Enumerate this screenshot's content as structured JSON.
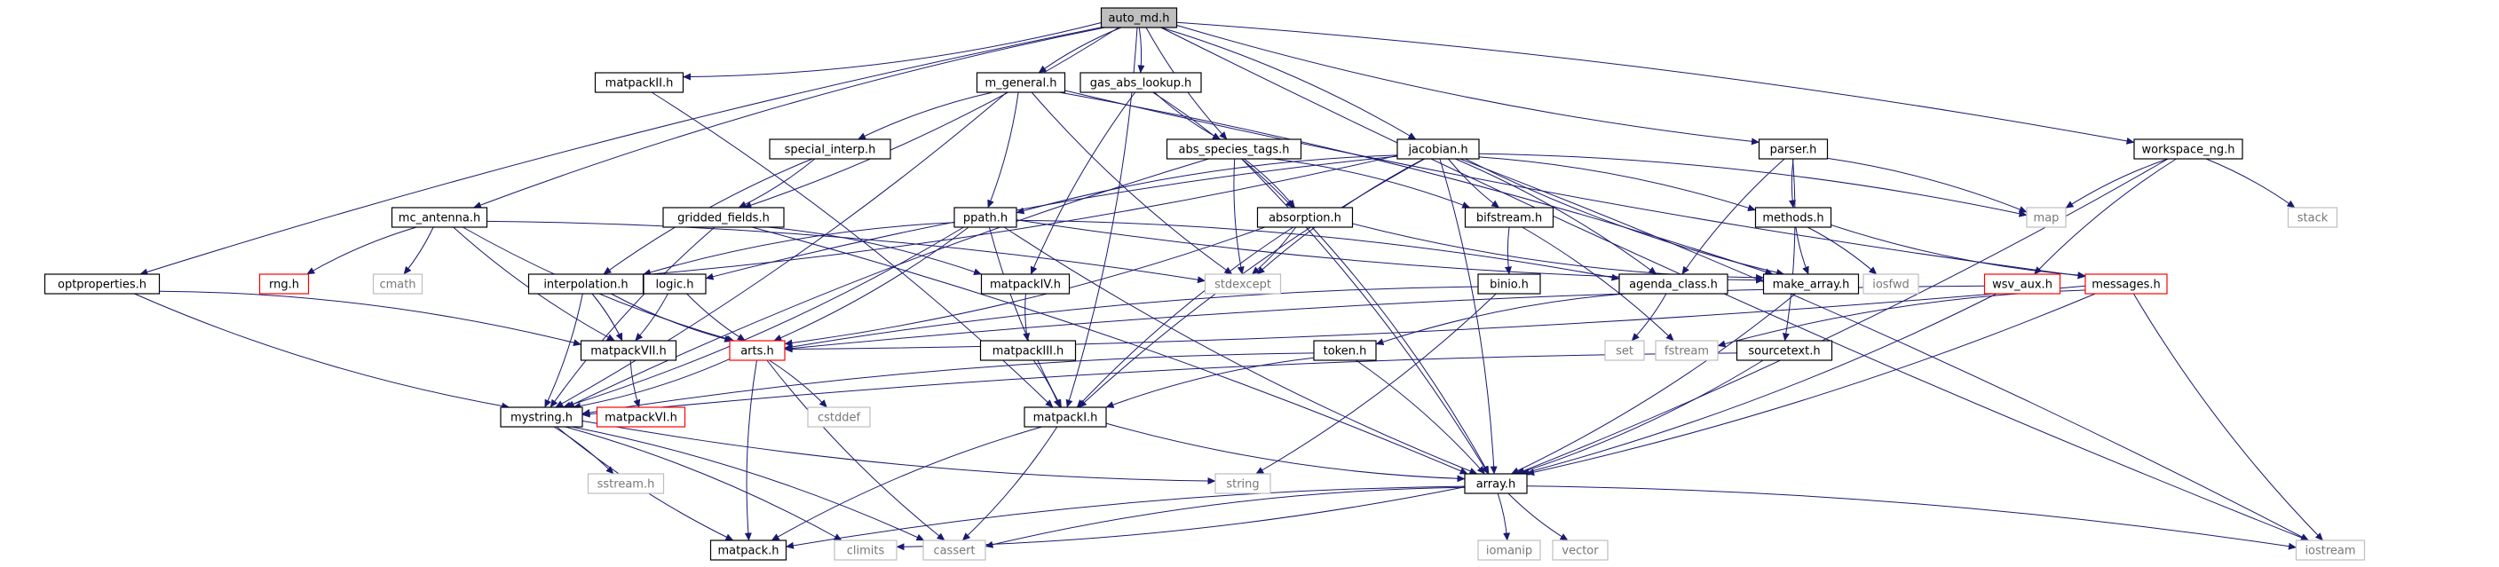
{
  "colors": {
    "edge": "#191970",
    "node_border": "#000000",
    "ext_border": "#bfbfbf",
    "ext_text": "#777777",
    "red_border": "#ff0000",
    "root_fill": "#bfbfbf",
    "node_fill": "#ffffff"
  },
  "nodes": [
    {
      "id": "auto_md",
      "label": "auto_md.h",
      "kind": "root"
    },
    {
      "id": "matpackII",
      "label": "matpackII.h",
      "kind": "local"
    },
    {
      "id": "m_general",
      "label": "m_general.h",
      "kind": "local"
    },
    {
      "id": "gas_abs_lookup",
      "label": "gas_abs_lookup.h",
      "kind": "local"
    },
    {
      "id": "special_interp",
      "label": "special_interp.h",
      "kind": "local"
    },
    {
      "id": "abs_species_tags",
      "label": "abs_species_tags.h",
      "kind": "local"
    },
    {
      "id": "jacobian",
      "label": "jacobian.h",
      "kind": "local"
    },
    {
      "id": "parser",
      "label": "parser.h",
      "kind": "local"
    },
    {
      "id": "workspace_ng",
      "label": "workspace_ng.h",
      "kind": "local"
    },
    {
      "id": "mc_antenna",
      "label": "mc_antenna.h",
      "kind": "local"
    },
    {
      "id": "gridded_fields",
      "label": "gridded_fields.h",
      "kind": "local"
    },
    {
      "id": "ppath",
      "label": "ppath.h",
      "kind": "local"
    },
    {
      "id": "absorption",
      "label": "absorption.h",
      "kind": "local"
    },
    {
      "id": "bifstream",
      "label": "bifstream.h",
      "kind": "local"
    },
    {
      "id": "methods",
      "label": "methods.h",
      "kind": "local"
    },
    {
      "id": "map",
      "label": "map",
      "kind": "ext"
    },
    {
      "id": "stack",
      "label": "stack",
      "kind": "ext"
    },
    {
      "id": "optproperties",
      "label": "optproperties.h",
      "kind": "local"
    },
    {
      "id": "rng",
      "label": "rng.h",
      "kind": "red"
    },
    {
      "id": "cmath",
      "label": "cmath",
      "kind": "ext"
    },
    {
      "id": "interpolation",
      "label": "interpolation.h",
      "kind": "local"
    },
    {
      "id": "logic",
      "label": "logic.h",
      "kind": "local"
    },
    {
      "id": "matpackIV",
      "label": "matpackIV.h",
      "kind": "local"
    },
    {
      "id": "stdexcept",
      "label": "stdexcept",
      "kind": "ext"
    },
    {
      "id": "binio",
      "label": "binio.h",
      "kind": "local"
    },
    {
      "id": "agenda_class",
      "label": "agenda_class.h",
      "kind": "local"
    },
    {
      "id": "make_array",
      "label": "make_array.h",
      "kind": "local"
    },
    {
      "id": "iosfwd",
      "label": "iosfwd",
      "kind": "ext"
    },
    {
      "id": "wsv_aux",
      "label": "wsv_aux.h",
      "kind": "red"
    },
    {
      "id": "messages",
      "label": "messages.h",
      "kind": "red"
    },
    {
      "id": "matpackVII",
      "label": "matpackVII.h",
      "kind": "local"
    },
    {
      "id": "arts",
      "label": "arts.h",
      "kind": "red"
    },
    {
      "id": "matpackIII",
      "label": "matpackIII.h",
      "kind": "local"
    },
    {
      "id": "set",
      "label": "set",
      "kind": "ext"
    },
    {
      "id": "fstream",
      "label": "fstream",
      "kind": "ext"
    },
    {
      "id": "token",
      "label": "token.h",
      "kind": "local"
    },
    {
      "id": "sourcetext",
      "label": "sourcetext.h",
      "kind": "local"
    },
    {
      "id": "mystring",
      "label": "mystring.h",
      "kind": "local"
    },
    {
      "id": "matpackVI",
      "label": "matpackVI.h",
      "kind": "red"
    },
    {
      "id": "cstddef",
      "label": "cstddef",
      "kind": "ext"
    },
    {
      "id": "matpackI",
      "label": "matpackI.h",
      "kind": "local"
    },
    {
      "id": "sstream",
      "label": "sstream.h",
      "kind": "ext"
    },
    {
      "id": "string",
      "label": "string",
      "kind": "ext"
    },
    {
      "id": "array",
      "label": "array.h",
      "kind": "local"
    },
    {
      "id": "iomanip",
      "label": "iomanip",
      "kind": "ext"
    },
    {
      "id": "vector",
      "label": "vector",
      "kind": "ext"
    },
    {
      "id": "iostream",
      "label": "iostream",
      "kind": "ext"
    },
    {
      "id": "matpack",
      "label": "matpack.h",
      "kind": "local"
    },
    {
      "id": "climits",
      "label": "climits",
      "kind": "ext"
    },
    {
      "id": "cassert",
      "label": "cassert",
      "kind": "ext"
    }
  ],
  "edges": [
    [
      "auto_md",
      "matpackII"
    ],
    [
      "auto_md",
      "m_general"
    ],
    [
      "auto_md",
      "gas_abs_lookup"
    ],
    [
      "auto_md",
      "abs_species_tags"
    ],
    [
      "auto_md",
      "jacobian"
    ],
    [
      "auto_md",
      "parser"
    ],
    [
      "auto_md",
      "workspace_ng"
    ],
    [
      "auto_md",
      "mc_antenna"
    ],
    [
      "auto_md",
      "gridded_fields"
    ],
    [
      "auto_md",
      "optproperties"
    ],
    [
      "auto_md",
      "matpackI"
    ],
    [
      "auto_md",
      "iostream"
    ],
    [
      "matpackII",
      "matpackI"
    ],
    [
      "m_general",
      "special_interp"
    ],
    [
      "m_general",
      "ppath"
    ],
    [
      "m_general",
      "stdexcept"
    ],
    [
      "m_general",
      "mystring"
    ],
    [
      "m_general",
      "messages"
    ],
    [
      "m_general",
      "make_array"
    ],
    [
      "gas_abs_lookup",
      "abs_species_tags"
    ],
    [
      "gas_abs_lookup",
      "absorption"
    ],
    [
      "gas_abs_lookup",
      "matpackIV"
    ],
    [
      "special_interp",
      "gridded_fields"
    ],
    [
      "special_interp",
      "interpolation"
    ],
    [
      "abs_species_tags",
      "absorption"
    ],
    [
      "abs_species_tags",
      "stdexcept"
    ],
    [
      "abs_species_tags",
      "bifstream"
    ],
    [
      "abs_species_tags",
      "mystring"
    ],
    [
      "abs_species_tags",
      "array"
    ],
    [
      "jacobian",
      "ppath"
    ],
    [
      "jacobian",
      "interpolation"
    ],
    [
      "jacobian",
      "logic"
    ],
    [
      "jacobian",
      "agenda_class"
    ],
    [
      "jacobian",
      "bifstream"
    ],
    [
      "jacobian",
      "methods"
    ],
    [
      "jacobian",
      "make_array"
    ],
    [
      "jacobian",
      "map"
    ],
    [
      "jacobian",
      "matpackI"
    ],
    [
      "jacobian",
      "iostream"
    ],
    [
      "jacobian",
      "stdexcept"
    ],
    [
      "jacobian",
      "array"
    ],
    [
      "parser",
      "methods"
    ],
    [
      "parser",
      "map"
    ],
    [
      "parser",
      "agenda_class"
    ],
    [
      "parser",
      "sourcetext"
    ],
    [
      "workspace_ng",
      "map"
    ],
    [
      "workspace_ng",
      "stack"
    ],
    [
      "workspace_ng",
      "wsv_aux"
    ],
    [
      "workspace_ng",
      "array"
    ],
    [
      "mc_antenna",
      "rng"
    ],
    [
      "mc_antenna",
      "cmath"
    ],
    [
      "mc_antenna",
      "arts"
    ],
    [
      "mc_antenna",
      "stdexcept"
    ],
    [
      "mc_antenna",
      "matpackVII"
    ],
    [
      "gridded_fields",
      "matpackIV"
    ],
    [
      "gridded_fields",
      "mystring"
    ],
    [
      "gridded_fields",
      "array"
    ],
    [
      "ppath",
      "interpolation"
    ],
    [
      "ppath",
      "agenda_class"
    ],
    [
      "ppath",
      "make_array"
    ],
    [
      "ppath",
      "arts"
    ],
    [
      "ppath",
      "matpackI"
    ],
    [
      "ppath",
      "mystring"
    ],
    [
      "ppath",
      "array"
    ],
    [
      "absorption",
      "stdexcept"
    ],
    [
      "absorption",
      "make_array"
    ],
    [
      "absorption",
      "arts"
    ],
    [
      "absorption",
      "matpackI"
    ],
    [
      "absorption",
      "array"
    ],
    [
      "bifstream",
      "binio"
    ],
    [
      "bifstream",
      "fstream"
    ],
    [
      "methods",
      "make_array"
    ],
    [
      "methods",
      "iosfwd"
    ],
    [
      "methods",
      "messages"
    ],
    [
      "optproperties",
      "matpackVII"
    ],
    [
      "optproperties",
      "mystring"
    ],
    [
      "interpolation",
      "matpackVII"
    ],
    [
      "interpolation",
      "arts"
    ],
    [
      "interpolation",
      "mystring"
    ],
    [
      "logic",
      "arts"
    ],
    [
      "logic",
      "matpackVII"
    ],
    [
      "matpackIV",
      "matpackIII"
    ],
    [
      "binio",
      "string"
    ],
    [
      "binio",
      "arts"
    ],
    [
      "agenda_class",
      "set"
    ],
    [
      "agenda_class",
      "token"
    ],
    [
      "make_array",
      "array"
    ],
    [
      "wsv_aux",
      "arts"
    ],
    [
      "wsv_aux",
      "array"
    ],
    [
      "messages",
      "fstream"
    ],
    [
      "messages",
      "arts"
    ],
    [
      "messages",
      "iostream"
    ],
    [
      "messages",
      "array"
    ],
    [
      "matpackVII",
      "matpackVI"
    ],
    [
      "arts",
      "mystring"
    ],
    [
      "arts",
      "matpack"
    ],
    [
      "arts",
      "cstddef"
    ],
    [
      "arts",
      "cassert"
    ],
    [
      "matpackIII",
      "matpackI"
    ],
    [
      "token",
      "mystring"
    ],
    [
      "token",
      "array"
    ],
    [
      "token",
      "matpackI"
    ],
    [
      "sourcetext",
      "array"
    ],
    [
      "sourcetext",
      "mystring"
    ],
    [
      "mystring",
      "sstream"
    ],
    [
      "mystring",
      "string"
    ],
    [
      "mystring",
      "climits"
    ],
    [
      "mystring",
      "matpack"
    ],
    [
      "mystring",
      "cassert"
    ],
    [
      "matpackI",
      "array"
    ],
    [
      "matpackI",
      "cassert"
    ],
    [
      "matpackI",
      "matpack"
    ],
    [
      "array",
      "iomanip"
    ],
    [
      "array",
      "vector"
    ],
    [
      "array",
      "iostream"
    ],
    [
      "array",
      "cassert"
    ],
    [
      "array",
      "climits"
    ],
    [
      "array",
      "matpack"
    ]
  ]
}
